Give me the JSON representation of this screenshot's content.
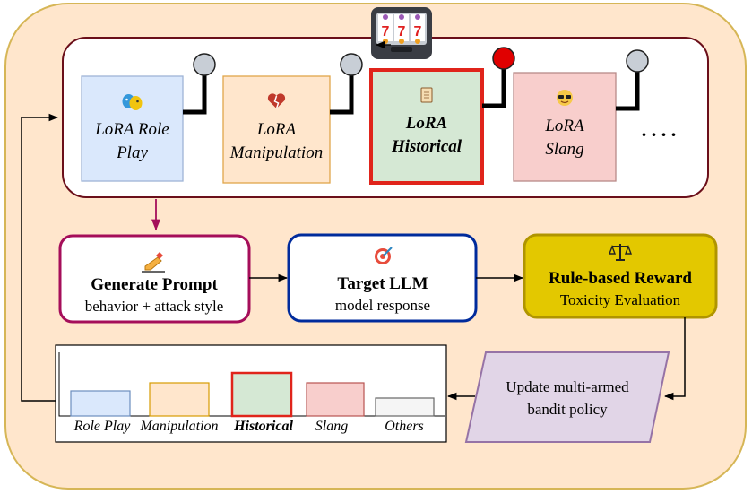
{
  "arms": [
    {
      "id": "roleplay",
      "line1": "LoRA Role",
      "line2": "Play",
      "icon": "theater-masks-icon",
      "fill": "#dae8fc",
      "stroke": "#9fb4d6",
      "selected": false
    },
    {
      "id": "manipulation",
      "line1": "LoRA",
      "line2": "Manipulation",
      "icon": "broken-heart-icon",
      "fill": "#ffe6cc",
      "stroke": "#e0a64a",
      "selected": false
    },
    {
      "id": "historical",
      "line1": "LoRA",
      "line2": "Historical",
      "icon": "scroll-icon",
      "fill": "#d5e8d4",
      "stroke": "#e0241b",
      "selected": true
    },
    {
      "id": "slang",
      "line1": "LoRA",
      "line2": "Slang",
      "icon": "cool-face-icon",
      "fill": "#f8cecc",
      "stroke": "#b88a88",
      "selected": false
    }
  ],
  "ellipsis": ". . . .",
  "steps": {
    "generate": {
      "title": "Generate Prompt",
      "subtitle": "behavior + attack style",
      "icon": "writing-hand-icon"
    },
    "target": {
      "title": "Target LLM",
      "subtitle": "model response",
      "icon": "target-icon"
    },
    "reward": {
      "title": "Rule-based Reward",
      "subtitle": "Toxicity Evaluation",
      "icon": "scales-icon"
    }
  },
  "update": {
    "line1": "Update multi-armed",
    "line2": "bandit policy"
  },
  "distribution": {
    "categories": [
      "Role Play",
      "Manipulation",
      "Historical",
      "Slang",
      "Others"
    ]
  },
  "colors": {
    "background": "#ffe6cc",
    "background_border": "#d6b656",
    "arms_border": "#6b0f1a",
    "generate_border": "#a50e5a",
    "target_border": "#002b9c",
    "reward_fill": "#e3c800",
    "reward_border": "#b09500",
    "update_fill": "#e1d5e7",
    "update_border": "#9673a6",
    "lever_inactive": "#c8ced6",
    "lever_active": "#e00000"
  }
}
